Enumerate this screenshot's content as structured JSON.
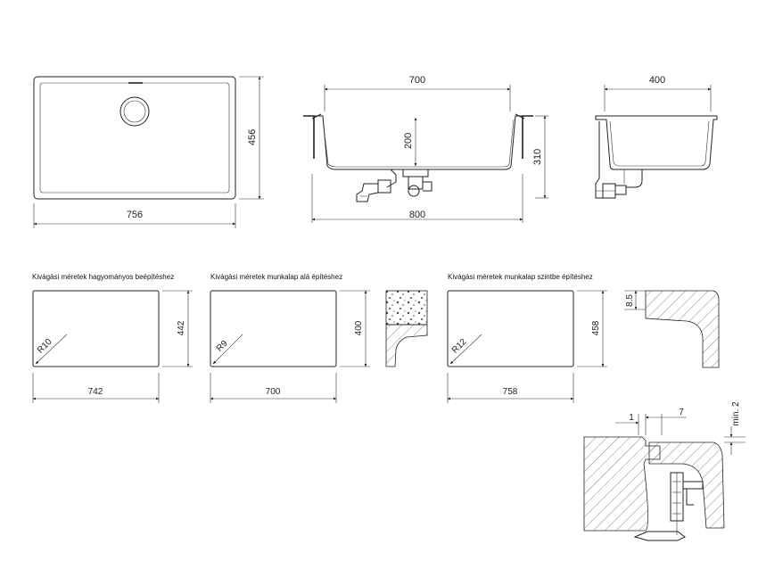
{
  "captions": {
    "traditional": "Kivágási méretek hagyományos beépítéshez",
    "undermount": "Kivágási méretek munkalap alá építéshez",
    "flush": "Kivágási méretek munkalap szintbe építéshez"
  },
  "top_view": {
    "width": "756",
    "height": "456"
  },
  "front_view": {
    "bowl_width": "700",
    "depth": "200",
    "total_height": "310",
    "overall_width": "800"
  },
  "side_view": {
    "width": "400"
  },
  "cutouts": {
    "traditional": {
      "width": "742",
      "height": "442",
      "radius": "R10"
    },
    "undermount": {
      "width": "700",
      "height": "400",
      "radius": "R9"
    },
    "flush": {
      "width": "758",
      "height": "458",
      "radius": "R12",
      "rebate": "8.5"
    }
  },
  "detail": {
    "gap_left": "1",
    "gap_right": "7",
    "min_label": "min. 2"
  }
}
